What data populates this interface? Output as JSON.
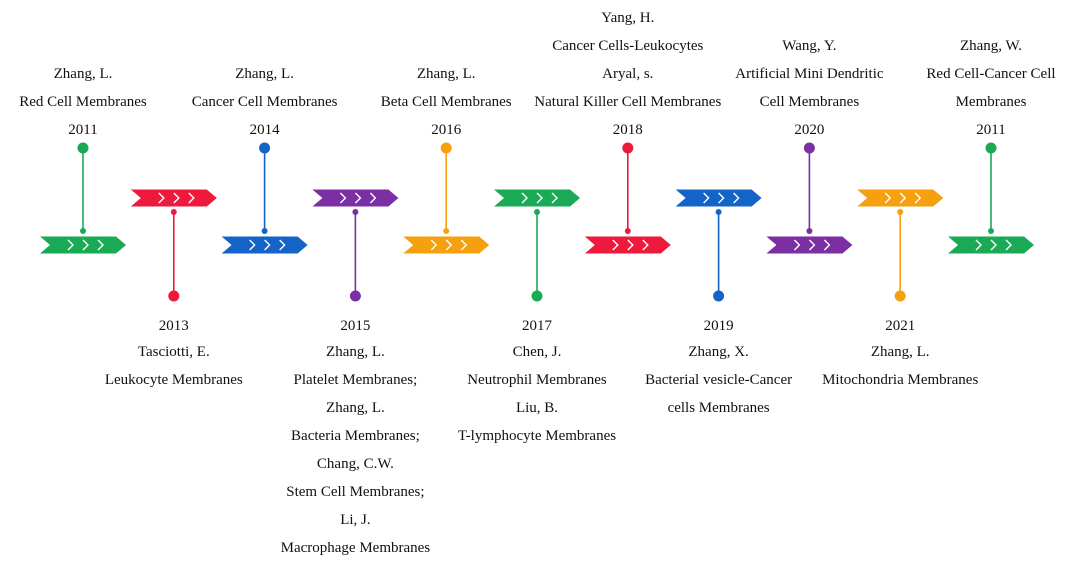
{
  "events": [
    {
      "year": "2011",
      "color": "#1AAA55",
      "position": "top",
      "lines": [
        "Zhang, L.",
        "Red Cell Membranes"
      ]
    },
    {
      "year": "2013",
      "color": "#EE1A3E",
      "position": "bottom",
      "lines": [
        "Tasciotti, E.",
        "Leukocyte Membranes"
      ]
    },
    {
      "year": "2014",
      "color": "#1464C8",
      "position": "top",
      "lines": [
        "Zhang, L.",
        "Cancer Cell Membranes"
      ]
    },
    {
      "year": "2015",
      "color": "#7B2FA3",
      "position": "bottom",
      "lines": [
        "Zhang, L.",
        "Platelet Membranes;",
        "Zhang, L.",
        "Bacteria Membranes;",
        "Chang, C.W.",
        "Stem Cell Membranes;",
        "Li, J.",
        "Macrophage Membranes"
      ]
    },
    {
      "year": "2016",
      "color": "#F5A00F",
      "position": "top",
      "lines": [
        "Zhang, L.",
        "Beta Cell Membranes"
      ]
    },
    {
      "year": "2017",
      "color": "#1AAA55",
      "position": "bottom",
      "lines": [
        "Chen, J.",
        "Neutrophil Membranes",
        "Liu, B.",
        "T-lymphocyte  Membranes"
      ]
    },
    {
      "year": "2018",
      "color": "#EE1A3E",
      "position": "top",
      "lines": [
        "Yang, H.",
        "Cancer Cells-Leukocytes",
        "Aryal, s.",
        "Natural Killer Cell  Membranes"
      ]
    },
    {
      "year": "2019",
      "color": "#1464C8",
      "position": "bottom",
      "lines": [
        "Zhang, X.",
        "Bacterial vesicle-Cancer",
        "cells Membranes"
      ]
    },
    {
      "year": "2020",
      "color": "#7B2FA3",
      "position": "top",
      "lines": [
        "Wang, Y.",
        "Artificial Mini Dendritic",
        "Cell Membranes"
      ]
    },
    {
      "year": "2021",
      "color": "#F5A00F",
      "position": "bottom",
      "lines": [
        "Zhang, L.",
        "Mitochondria Membranes"
      ]
    },
    {
      "year": "2011",
      "color": "#1AAA55",
      "position": "top",
      "lines": [
        "Zhang, W.",
        "Red Cell-Cancer Cell",
        "Membranes"
      ]
    }
  ]
}
